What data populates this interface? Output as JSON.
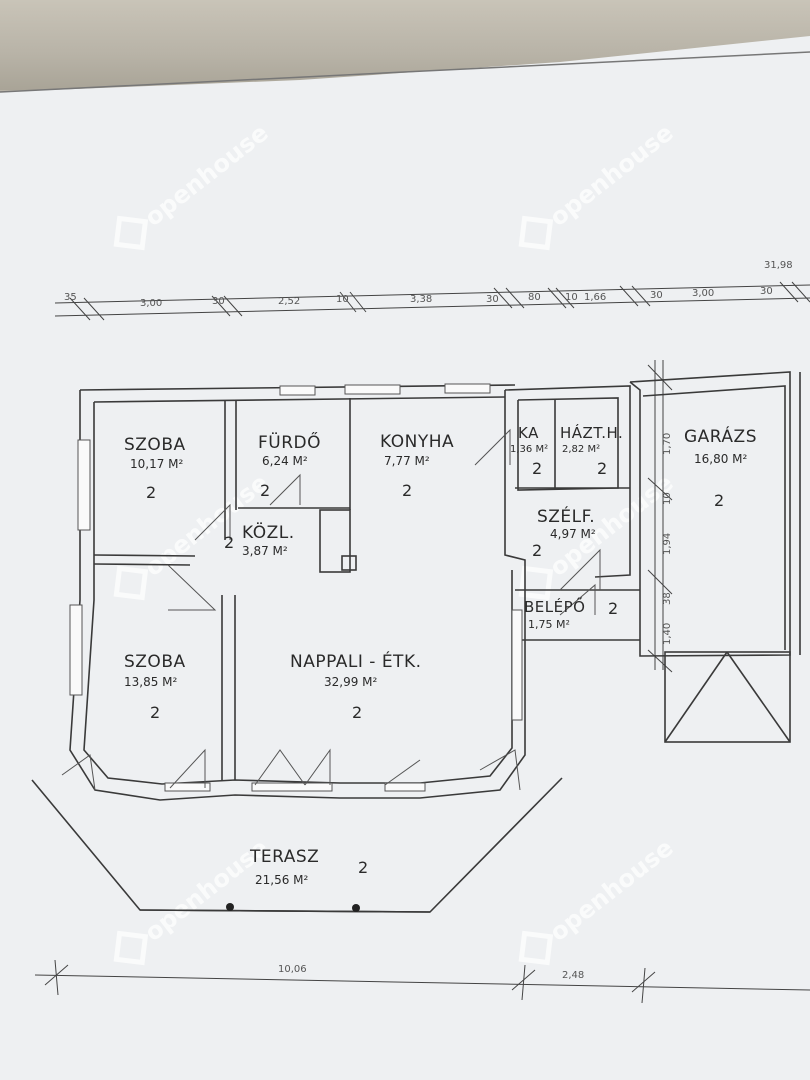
{
  "watermark": {
    "brand": "openhouse"
  },
  "dimensions": {
    "total_top": "31,98",
    "top": [
      "35",
      "3,00",
      "30",
      "2,52",
      "10",
      "3,38",
      "30",
      "80",
      "10",
      "1,66",
      "30",
      "3,00",
      "30"
    ],
    "side": [
      "1,70",
      "10",
      "1,94",
      "38",
      "1,40"
    ],
    "bottom": [
      "10,06",
      "2,48"
    ]
  },
  "rooms": [
    {
      "id": "szoba1",
      "name": "SZOBA",
      "area": "10,17 M²",
      "code": "2"
    },
    {
      "id": "furdo",
      "name": "FÜRDŐ",
      "area": "6,24 M²",
      "code": "2"
    },
    {
      "id": "konyha",
      "name": "KONYHA",
      "area": "7,77 M²",
      "code": "2"
    },
    {
      "id": "kamra",
      "name": "KA",
      "area": "1,36 M²",
      "code": "2"
    },
    {
      "id": "haztartasi",
      "name": "HÁZT.H.",
      "area": "2,82 M²",
      "code": "2"
    },
    {
      "id": "garazs",
      "name": "GARÁZS",
      "area": "16,80 M²",
      "code": "2"
    },
    {
      "id": "kozl",
      "name": "KÖZL.",
      "area": "3,87 M²",
      "code": "2"
    },
    {
      "id": "szelf",
      "name": "SZÉLF.",
      "area": "4,97 M²",
      "code": "2"
    },
    {
      "id": "szoba2",
      "name": "SZOBA",
      "area": "13,85 M²",
      "code": "2"
    },
    {
      "id": "nappali",
      "name": "NAPPALI - ÉTK.",
      "area": "32,99 M²",
      "code": "2"
    },
    {
      "id": "belepo",
      "name": "BELÉPŐ",
      "area": "1,75 M²",
      "code": "2"
    },
    {
      "id": "terasz",
      "name": "TERASZ",
      "area": "21,56 M²",
      "code": "2"
    }
  ]
}
